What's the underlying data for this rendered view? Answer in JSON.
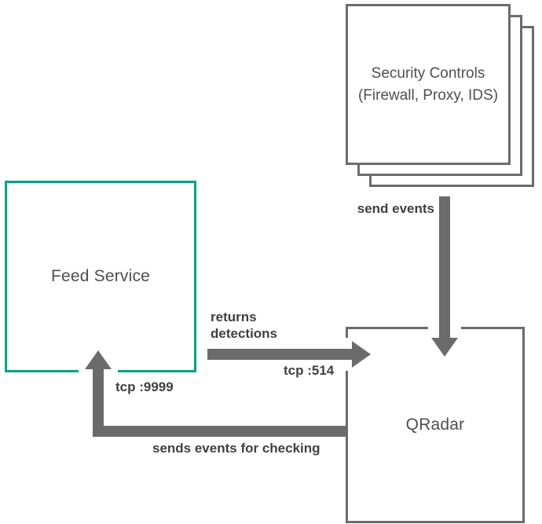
{
  "diagram": {
    "nodes": {
      "security_controls": {
        "label": "Security Controls\n(Firewall, Proxy, IDS)"
      },
      "feed_service": {
        "label": "Feed Service"
      },
      "qradar": {
        "label": "QRadar"
      }
    },
    "edges": {
      "send_events": {
        "label": "send events"
      },
      "returns_detections": {
        "label": "returns\ndetections",
        "port": "tcp :514"
      },
      "sends_events_for_checking": {
        "label": "sends events for checking",
        "port": "tcp :9999"
      }
    }
  },
  "colors": {
    "accent-teal": "#00A385",
    "arrow-gray": "#6B6B6B",
    "label-dark": "#404040",
    "node-text": "#4F4F4F"
  }
}
